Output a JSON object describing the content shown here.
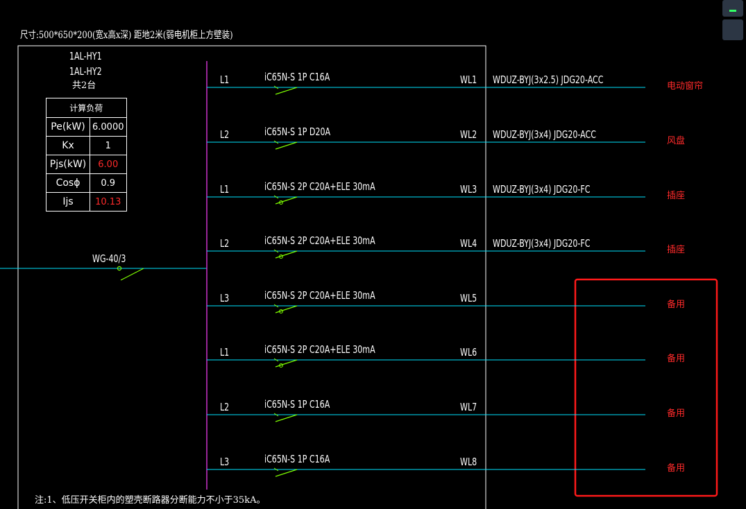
{
  "panel": {
    "dimension_note": "尺寸:500*650*200(宽x高x深) 距地2米(弱电机柜上方壁装)",
    "names": [
      "1AL-HY1",
      "1AL-HY2"
    ],
    "count": "共2台",
    "load_table": {
      "header": "计算负荷",
      "rows": [
        {
          "label": "Pe(kW)",
          "value": "6.0000",
          "highlight": false
        },
        {
          "label": "Kx",
          "value": "1",
          "highlight": false
        },
        {
          "label": "Pjs(kW)",
          "value": "6.00",
          "highlight": true
        },
        {
          "label": "Cosϕ",
          "value": "0.9",
          "highlight": false
        },
        {
          "label": "Ijs",
          "value": "10.13",
          "highlight": true
        }
      ]
    },
    "main_switch": "WG-40/3",
    "footnote": "注:1、低压开关柜内的塑壳断路器分断能力不小于35kA。"
  },
  "circuits": [
    {
      "phase": "L1",
      "breaker": "iC65N-S 1P C16A",
      "id": "WL1",
      "cable": "WDUZ-BYJ(3x2.5) JDG20-ACC",
      "load": "电动窗帘",
      "rcd": false
    },
    {
      "phase": "L2",
      "breaker": "iC65N-S 1P D20A",
      "id": "WL2",
      "cable": "WDUZ-BYJ(3x4) JDG20-ACC",
      "load": "风盘",
      "rcd": false
    },
    {
      "phase": "L1",
      "breaker": "iC65N-S 2P C20A+ELE 30mA",
      "id": "WL3",
      "cable": "WDUZ-BYJ(3x4) JDG20-FC",
      "load": "插座",
      "rcd": true
    },
    {
      "phase": "L2",
      "breaker": "iC65N-S 2P C20A+ELE 30mA",
      "id": "WL4",
      "cable": "WDUZ-BYJ(3x4) JDG20-FC",
      "load": "插座",
      "rcd": true
    },
    {
      "phase": "L3",
      "breaker": "iC65N-S 2P C20A+ELE 30mA",
      "id": "WL5",
      "cable": "",
      "load": "备用",
      "rcd": true
    },
    {
      "phase": "L1",
      "breaker": "iC65N-S 2P C20A+ELE 30mA",
      "id": "WL6",
      "cable": "",
      "load": "备用",
      "rcd": true
    },
    {
      "phase": "L2",
      "breaker": "iC65N-S 1P C16A",
      "id": "WL7",
      "cable": "",
      "load": "备用",
      "rcd": false
    },
    {
      "phase": "L3",
      "breaker": "iC65N-S 1P C16A",
      "id": "WL8",
      "cable": "",
      "load": "备用",
      "rcd": false
    }
  ],
  "colors": {
    "background": "#000000",
    "feeder_line": "#00e5ff",
    "busbar": "#cc33cc",
    "breaker_symbol": "#7fff00",
    "load_text": "#ff2a2a",
    "highlight_box": "#ff1a1a",
    "frame": "#ffffff"
  },
  "toolbar": {
    "icons": [
      "minimize-icon",
      "panel-icon"
    ]
  }
}
